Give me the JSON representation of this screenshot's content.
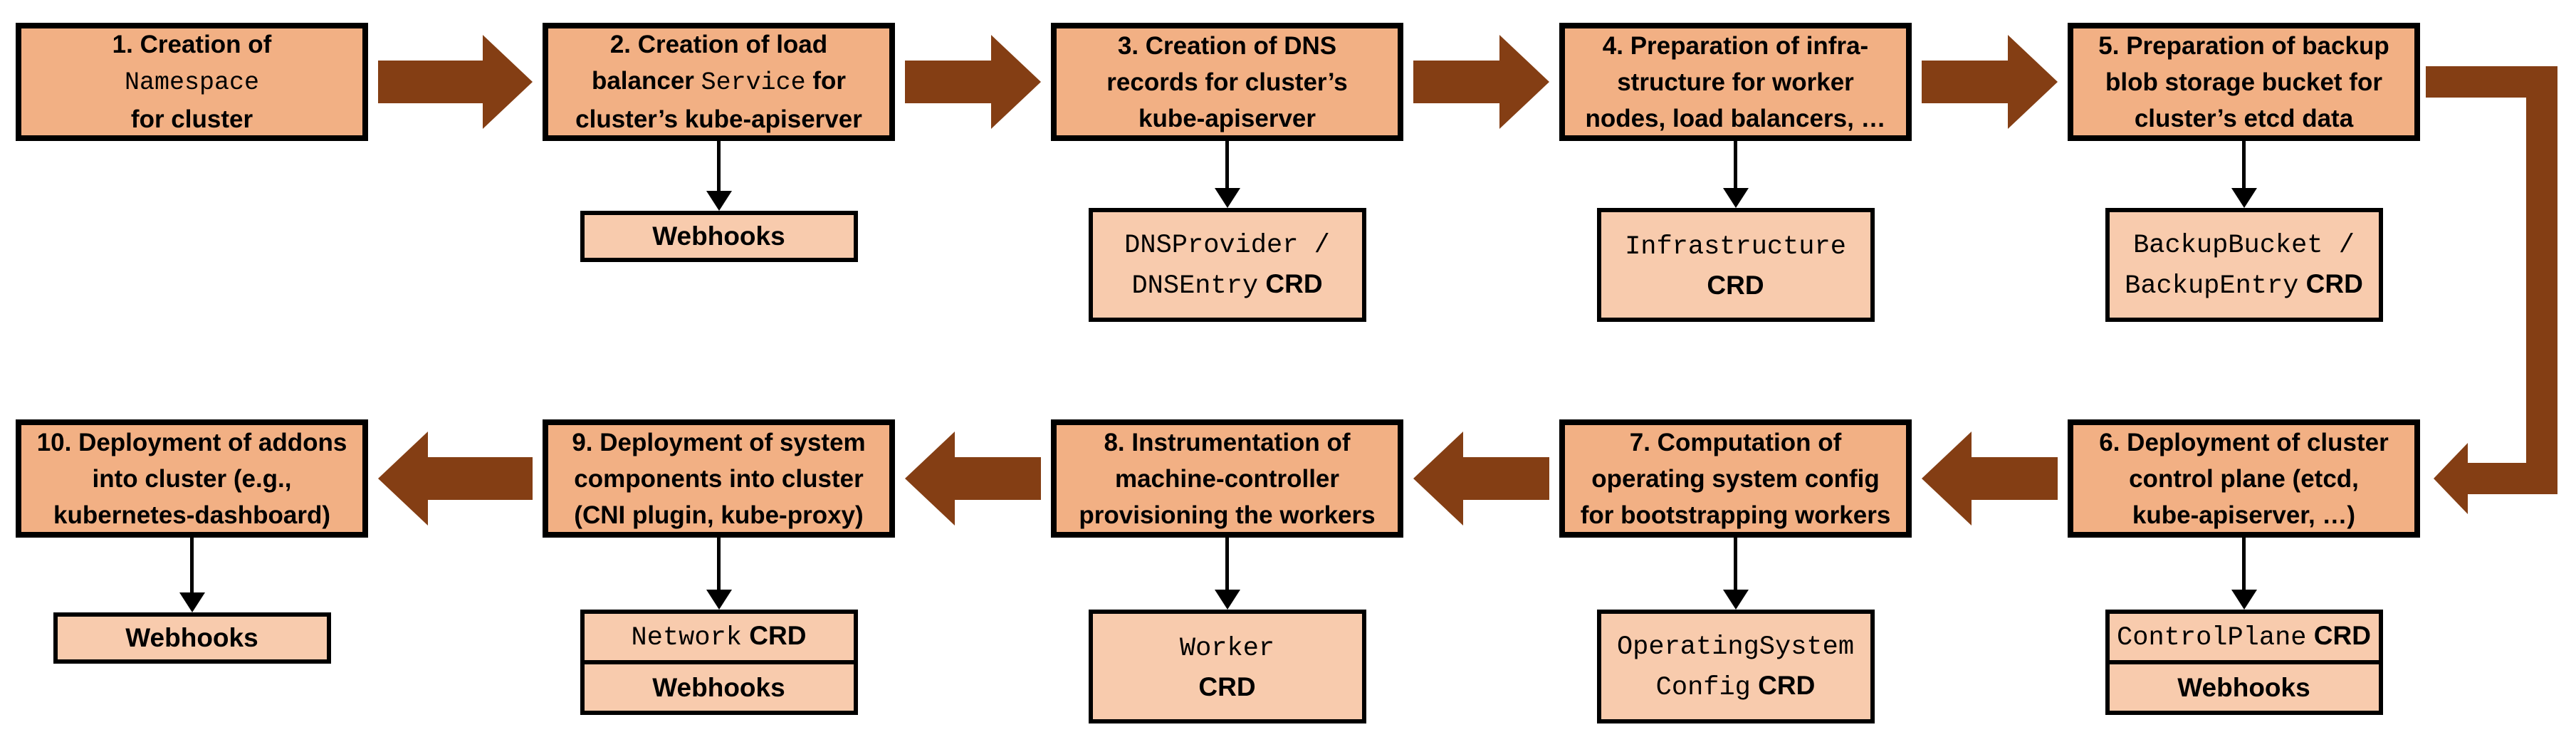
{
  "colors": {
    "step_fill": "#F2B084",
    "sub_fill": "#F8CBAD",
    "arrow": "#843E14",
    "border": "#000000",
    "background": "#FFFFFF"
  },
  "steps": [
    {
      "name": "step-1-create-namespace",
      "row": 0,
      "col": 0,
      "lines": [
        [
          {
            "t": "1. Creation of",
            "f": "sans"
          }
        ],
        [
          {
            "t": "Namespace",
            "f": "mono"
          }
        ],
        [
          {
            "t": "for cluster",
            "f": "sans"
          }
        ]
      ],
      "sub_boxes": []
    },
    {
      "name": "step-2-create-load-balancer-service",
      "row": 0,
      "col": 1,
      "lines": [
        [
          {
            "t": "2. Creation of load",
            "f": "sans"
          }
        ],
        [
          {
            "t": "balancer ",
            "f": "sans"
          },
          {
            "t": "Service",
            "f": "mono"
          },
          {
            "t": " for",
            "f": "sans"
          }
        ],
        [
          {
            "t": "cluster’s kube-apiserver",
            "f": "sans"
          }
        ]
      ],
      "sub_boxes": [
        {
          "name": "sub-box-webhooks",
          "kind": "row",
          "lines": [
            [
              {
                "t": "Webhooks",
                "f": "sans"
              }
            ]
          ]
        }
      ]
    },
    {
      "name": "step-3-create-dns-records",
      "row": 0,
      "col": 2,
      "lines": [
        [
          {
            "t": "3. Creation of DNS",
            "f": "sans"
          }
        ],
        [
          {
            "t": "records for cluster’s",
            "f": "sans"
          }
        ],
        [
          {
            "t": "kube-apiserver",
            "f": "sans"
          }
        ]
      ],
      "sub_boxes": [
        {
          "name": "sub-box-dnsprovider-dnsentry-crd",
          "kind": "tall",
          "lines": [
            [
              {
                "t": "DNSProvider /",
                "f": "mono"
              }
            ],
            [
              {
                "t": "DNSEntry",
                "f": "mono"
              },
              {
                "t": " CRD",
                "f": "sans"
              }
            ]
          ]
        }
      ]
    },
    {
      "name": "step-4-prepare-infrastructure",
      "row": 0,
      "col": 3,
      "lines": [
        [
          {
            "t": "4. Preparation of infra-",
            "f": "sans"
          }
        ],
        [
          {
            "t": "structure for worker",
            "f": "sans"
          }
        ],
        [
          {
            "t": "nodes, load balancers, …",
            "f": "sans"
          }
        ]
      ],
      "sub_boxes": [
        {
          "name": "sub-box-infrastructure-crd",
          "kind": "tall",
          "lines": [
            [
              {
                "t": "Infrastructure",
                "f": "mono"
              }
            ],
            [
              {
                "t": "CRD",
                "f": "sans"
              }
            ]
          ]
        }
      ]
    },
    {
      "name": "step-5-prepare-backup-bucket",
      "row": 0,
      "col": 4,
      "lines": [
        [
          {
            "t": "5. Preparation of backup",
            "f": "sans"
          }
        ],
        [
          {
            "t": "blob storage bucket for",
            "f": "sans"
          }
        ],
        [
          {
            "t": "cluster’s etcd data",
            "f": "sans"
          }
        ]
      ],
      "sub_boxes": [
        {
          "name": "sub-box-backupbucket-backupentry-crd",
          "kind": "tall",
          "lines": [
            [
              {
                "t": "BackupBucket /",
                "f": "mono"
              }
            ],
            [
              {
                "t": "BackupEntry",
                "f": "mono"
              },
              {
                "t": " CRD",
                "f": "sans"
              }
            ]
          ]
        }
      ]
    },
    {
      "name": "step-6-deploy-control-plane",
      "row": 1,
      "col": 4,
      "lines": [
        [
          {
            "t": "6. Deployment of cluster",
            "f": "sans"
          }
        ],
        [
          {
            "t": "control plane (etcd,",
            "f": "sans"
          }
        ],
        [
          {
            "t": "kube-apiserver, …)",
            "f": "sans"
          }
        ]
      ],
      "sub_boxes": [
        {
          "name": "sub-box-controlplane-crd",
          "kind": "row",
          "lines": [
            [
              {
                "t": "ControlPlane",
                "f": "mono"
              },
              {
                "t": " CRD",
                "f": "sans"
              }
            ]
          ]
        },
        {
          "name": "sub-box-webhooks",
          "kind": "row",
          "lines": [
            [
              {
                "t": "Webhooks",
                "f": "sans"
              }
            ]
          ]
        }
      ]
    },
    {
      "name": "step-7-compute-os-config",
      "row": 1,
      "col": 3,
      "lines": [
        [
          {
            "t": "7. Computation of",
            "f": "sans"
          }
        ],
        [
          {
            "t": "operating system config",
            "f": "sans"
          }
        ],
        [
          {
            "t": "for bootstrapping workers",
            "f": "sans"
          }
        ]
      ],
      "sub_boxes": [
        {
          "name": "sub-box-operatingsystemconfig-crd",
          "kind": "tall",
          "lines": [
            [
              {
                "t": "OperatingSystem",
                "f": "mono"
              }
            ],
            [
              {
                "t": "Config",
                "f": "mono"
              },
              {
                "t": " CRD",
                "f": "sans"
              }
            ]
          ]
        }
      ]
    },
    {
      "name": "step-8-instrument-machine-controller",
      "row": 1,
      "col": 2,
      "lines": [
        [
          {
            "t": "8. Instrumentation of",
            "f": "sans"
          }
        ],
        [
          {
            "t": "machine-controller",
            "f": "sans"
          }
        ],
        [
          {
            "t": "provisioning the workers",
            "f": "sans"
          }
        ]
      ],
      "sub_boxes": [
        {
          "name": "sub-box-worker-crd",
          "kind": "tall",
          "lines": [
            [
              {
                "t": "Worker",
                "f": "mono"
              }
            ],
            [
              {
                "t": "CRD",
                "f": "sans"
              }
            ]
          ]
        }
      ]
    },
    {
      "name": "step-9-deploy-system-components",
      "row": 1,
      "col": 1,
      "lines": [
        [
          {
            "t": "9. Deployment of system",
            "f": "sans"
          }
        ],
        [
          {
            "t": "components into cluster",
            "f": "sans"
          }
        ],
        [
          {
            "t": "(CNI plugin, kube-proxy)",
            "f": "sans"
          }
        ]
      ],
      "sub_boxes": [
        {
          "name": "sub-box-network-crd",
          "kind": "row",
          "lines": [
            [
              {
                "t": "Network",
                "f": "mono"
              },
              {
                "t": " CRD",
                "f": "sans"
              }
            ]
          ]
        },
        {
          "name": "sub-box-webhooks",
          "kind": "row",
          "lines": [
            [
              {
                "t": "Webhooks",
                "f": "sans"
              }
            ]
          ]
        }
      ]
    },
    {
      "name": "step-10-deploy-addons",
      "row": 1,
      "col": 0,
      "lines": [
        [
          {
            "t": "10. Deployment of addons",
            "f": "sans"
          }
        ],
        [
          {
            "t": "into cluster (e.g.,",
            "f": "sans"
          }
        ],
        [
          {
            "t": "kubernetes-dashboard)",
            "f": "sans"
          }
        ]
      ],
      "sub_boxes": [
        {
          "name": "sub-box-webhooks",
          "kind": "row",
          "lines": [
            [
              {
                "t": "Webhooks",
                "f": "sans"
              }
            ]
          ]
        }
      ]
    }
  ],
  "flow": {
    "top_row_direction": "right",
    "bottom_row_direction": "left",
    "elbow": "top-right-to-bottom-right"
  }
}
